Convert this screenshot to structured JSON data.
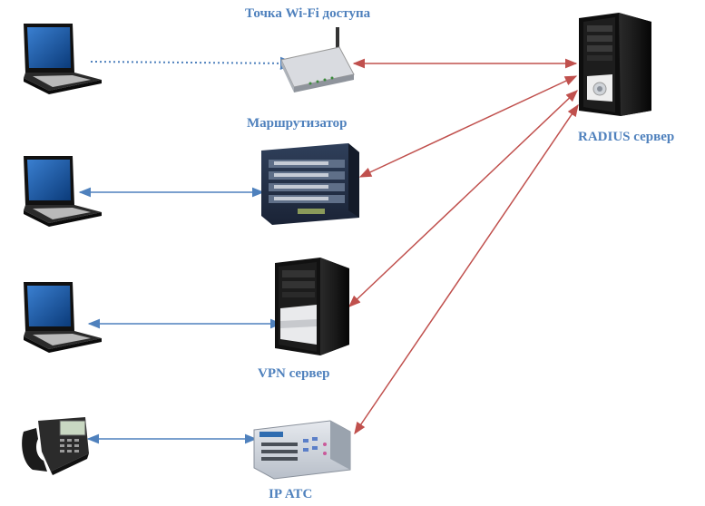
{
  "labels": {
    "access_point": "Точка Wi-Fi доступа",
    "router": "Маршрутизатор",
    "radius_server": "RADIUS сервер",
    "vpn_server": "VPN сервер",
    "ip_atc": "IP АТС"
  },
  "colors": {
    "label_text": "#4f81bd",
    "client_link": "#4f81bd",
    "radius_link": "#c0504d"
  },
  "nodes": [
    {
      "id": "laptop-1",
      "kind": "laptop"
    },
    {
      "id": "laptop-2",
      "kind": "laptop"
    },
    {
      "id": "laptop-3",
      "kind": "laptop"
    },
    {
      "id": "ip-phone",
      "kind": "phone"
    },
    {
      "id": "access-point",
      "kind": "wifi-router"
    },
    {
      "id": "router",
      "kind": "rack-router"
    },
    {
      "id": "vpn-server",
      "kind": "tower-server"
    },
    {
      "id": "ip-atc",
      "kind": "pbx"
    },
    {
      "id": "radius-server",
      "kind": "tower-server"
    }
  ],
  "links": [
    {
      "from": "laptop-1",
      "to": "access-point",
      "style": "dotted",
      "type": "client"
    },
    {
      "from": "laptop-2",
      "to": "router",
      "style": "solid",
      "type": "client"
    },
    {
      "from": "laptop-3",
      "to": "vpn-server",
      "style": "solid",
      "type": "client"
    },
    {
      "from": "ip-phone",
      "to": "ip-atc",
      "style": "solid",
      "type": "client"
    },
    {
      "from": "access-point",
      "to": "radius-server",
      "style": "solid",
      "type": "radius"
    },
    {
      "from": "router",
      "to": "radius-server",
      "style": "solid",
      "type": "radius"
    },
    {
      "from": "vpn-server",
      "to": "radius-server",
      "style": "solid",
      "type": "radius"
    },
    {
      "from": "ip-atc",
      "to": "radius-server",
      "style": "solid",
      "type": "radius"
    }
  ]
}
